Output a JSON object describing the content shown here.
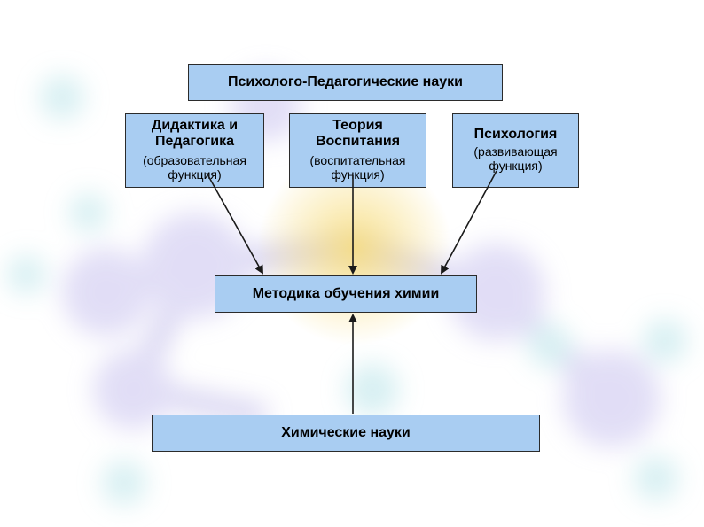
{
  "diagram": {
    "top": "Психолого-Педагогические науки",
    "didactics": {
      "title": "Дидактика и Педагогика",
      "title_line1": "Дидактика и",
      "title_line2": "Педагогика",
      "subtitle_line1": "(образовательная",
      "subtitle_line2": "функция)"
    },
    "theory": {
      "title_line1": "Теория",
      "title_line2": "Воспитания",
      "subtitle_line1": "(воспитательная",
      "subtitle_line2": "функция)"
    },
    "psychology": {
      "title": "Психология",
      "subtitle_line1": "(развивающая",
      "subtitle_line2": "функция)"
    },
    "method": "Методика обучения химии",
    "chemistry": "Химические науки"
  },
  "colors": {
    "box_fill": "#a9cdf2",
    "border": "#2b2b2b",
    "arrow": "#1a1a1a"
  }
}
